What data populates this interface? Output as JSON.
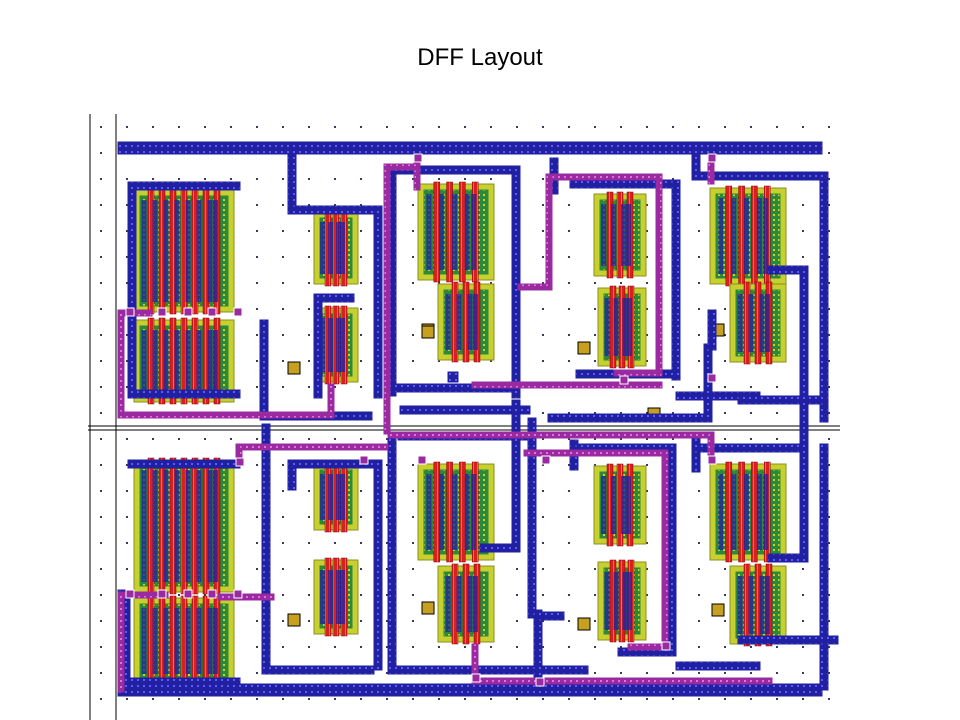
{
  "slide": {
    "title": "DFF Layout"
  },
  "layout_view": {
    "rows": 2,
    "cells_per_row": 5,
    "colors": {
      "background": "#ffffff",
      "grid_dot": "#3a3a5a",
      "metal1": "#2020a0",
      "metal1_edge": "#5a5aff",
      "metal2": "#9a2aa0",
      "metal2_edge": "#e070e0",
      "poly": "#d82020",
      "active": "#2a8a3a",
      "nwell": "#c8d030",
      "contact": "#cfe0ff",
      "frame": "#000000"
    }
  }
}
